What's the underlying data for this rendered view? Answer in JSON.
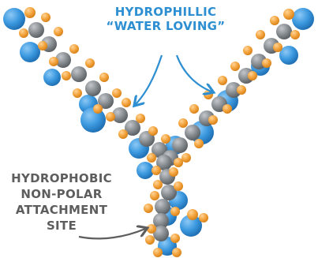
{
  "labels": {
    "hydrophilic": [
      "HYDROPHILLIC",
      "“WATER LOVING”"
    ],
    "hydrophobic": [
      "HYDROPHOBIC",
      "NON-POLAR",
      "ATTACHMENT",
      "SITE"
    ]
  },
  "colors": {
    "hydrophilic_text": "#2d8fd1",
    "hydrophobic_text": "#5d5d5d",
    "head_group": "#3d9ae0",
    "carbon": "#8a8f94",
    "hydrogen": "#f4a640",
    "arrow_blue": "#2d8fd1",
    "arrow_gray": "#5d5d5d"
  }
}
